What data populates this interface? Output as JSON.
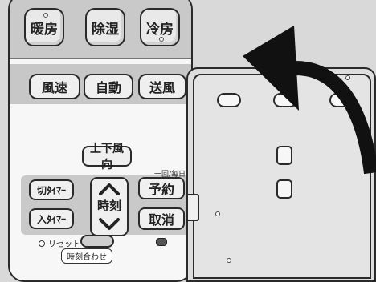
{
  "mode_buttons": {
    "heat": "暖房",
    "dry": "除湿",
    "cool": "冷房"
  },
  "fan_buttons": {
    "speed": "風速",
    "auto": "自動",
    "blow": "送風"
  },
  "vane_button": "上下風向",
  "timer": {
    "off_label": "切ﾀｲﾏｰ",
    "on_label": "入ﾀｲﾏｰ",
    "time_label": "時刻",
    "reserve_caption": "一回/毎日",
    "reserve": "予約",
    "cancel": "取消"
  },
  "bottom": {
    "reset": "リセット",
    "clock_set": "時刻合わせ"
  },
  "icons": {
    "up": "chevron-up-icon",
    "down": "chevron-down-icon",
    "arrow": "open-cover-arrow-icon"
  }
}
